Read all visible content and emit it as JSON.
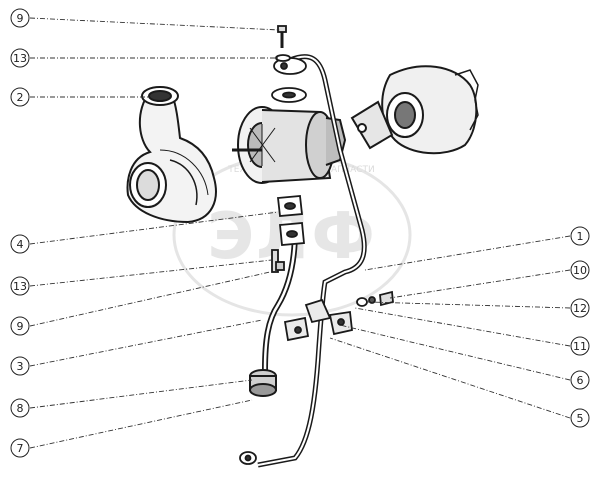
{
  "watermark": {
    "big": "ЭЛФ",
    "small_left": "ТЕХНИКА",
    "small_right": "ЗАПЧАСТИ"
  },
  "callouts_left": [
    {
      "id": "cl-9-top",
      "label": "9"
    },
    {
      "id": "cl-13-top",
      "label": "13"
    },
    {
      "id": "cl-2",
      "label": "2"
    },
    {
      "id": "cl-4",
      "label": "4"
    },
    {
      "id": "cl-13-mid",
      "label": "13"
    },
    {
      "id": "cl-9-mid",
      "label": "9"
    },
    {
      "id": "cl-3",
      "label": "3"
    },
    {
      "id": "cl-8",
      "label": "8"
    },
    {
      "id": "cl-7",
      "label": "7"
    }
  ],
  "callouts_right": [
    {
      "id": "cr-1",
      "label": "1"
    },
    {
      "id": "cr-10",
      "label": "10"
    },
    {
      "id": "cr-12",
      "label": "12"
    },
    {
      "id": "cr-11",
      "label": "11"
    },
    {
      "id": "cr-6",
      "label": "6"
    },
    {
      "id": "cr-5",
      "label": "5"
    }
  ],
  "colors": {
    "ink": "#1a1a1a",
    "watermark": "#c8c8c8",
    "background": "#ffffff"
  }
}
